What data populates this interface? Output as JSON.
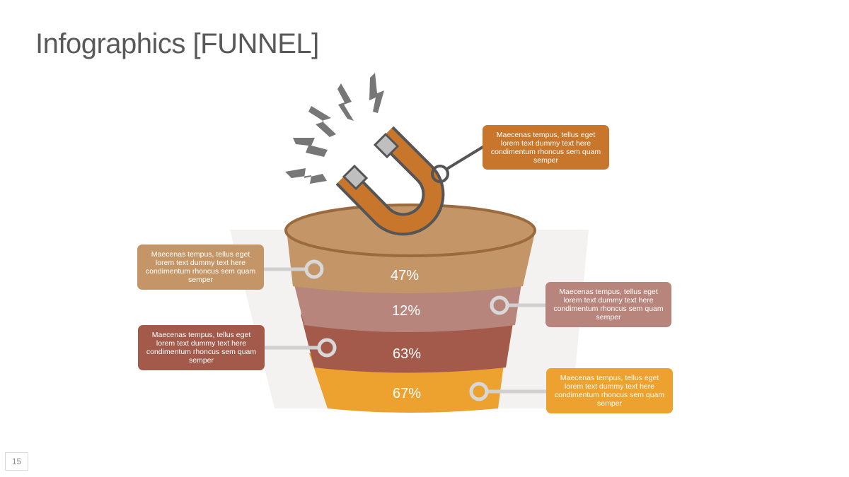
{
  "title": "Infographics [FUNNEL]",
  "page_number": "15",
  "colors": {
    "rim": "#9b6a3f",
    "rim_fill": "#c49667",
    "stage1": "#c49667",
    "stage2": "#b8857c",
    "stage3": "#a45a4a",
    "stage4": "#eda12e",
    "magnet": "#c8762b",
    "callout_top": "#c8762b"
  },
  "stages": [
    {
      "value": "47%",
      "text": "Maecenas tempus, tellus eget lorem text dummy  text here condimentum rhoncus sem quam semper"
    },
    {
      "value": "12%",
      "text": "Maecenas tempus, tellus eget lorem text dummy  text here condimentum rhoncus sem quam semper"
    },
    {
      "value": "63%",
      "text": "Maecenas tempus, tellus eget lorem text dummy  text here condimentum rhoncus sem quam semper"
    },
    {
      "value": "67%",
      "text": "Maecenas tempus, tellus eget lorem text dummy  text here condimentum rhoncus sem quam semper"
    }
  ],
  "magnet_callout": {
    "text": "Maecenas tempus, tellus eget lorem text dummy  text here condimentum rhoncus sem quam semper"
  },
  "icons": [
    "magnet-icon",
    "lightning-bolt-icon"
  ]
}
